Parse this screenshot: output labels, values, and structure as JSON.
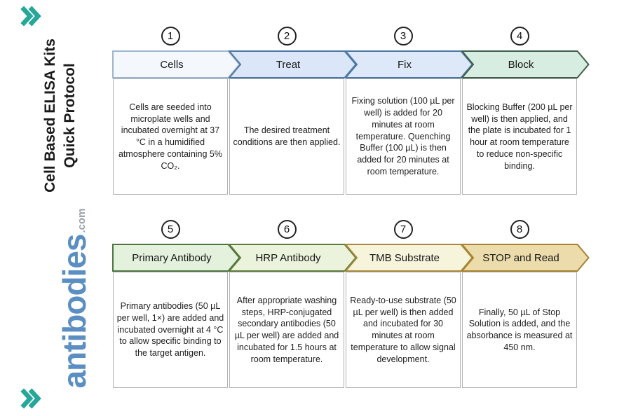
{
  "page": {
    "title_line1": "Cell Based ELISA Kits",
    "title_line2": "Quick Protocol"
  },
  "brand": {
    "logo_text": "antibodies",
    "logo_suffix": ".com",
    "logo_color": "#5b8fc4",
    "suffix_color": "#98a0a4",
    "chevron_icon_color": "#27a69a"
  },
  "steps": [
    {
      "number": "1",
      "label": "Cells",
      "fill": "#f4f8fc",
      "border": "#9fb6cf",
      "body": "Cells are seeded into microplate wells and incubated overnight at 37 °C in a humidified atmosphere containing 5% CO₂."
    },
    {
      "number": "2",
      "label": "Treat",
      "fill": "#dbe7f8",
      "border": "#4d76a6",
      "body": "The desired treatment conditions are then applied."
    },
    {
      "number": "3",
      "label": "Fix",
      "fill": "#dde9f8",
      "border": "#4d76a6",
      "body": "Fixing solution (100 µL per well) is added for 20 minutes at room temperature. Quenching Buffer (100 µL) is then added for 20 minutes at room temperature."
    },
    {
      "number": "4",
      "label": "Block",
      "fill": "#d8ede2",
      "border": "#3e5f4a",
      "body": "Blocking Buffer (200 µL per well) is then applied, and the plate is incubated for 1 hour at room temperature to reduce non-specific binding."
    },
    {
      "number": "5",
      "label": "Primary Antibody",
      "fill": "#e4f1dc",
      "border": "#4c7540",
      "body": "Primary antibodies (50 µL per well, 1×) are added and incubated overnight at 4 °C to allow specific binding to the target antigen."
    },
    {
      "number": "6",
      "label": "HRP Antibody",
      "fill": "#ecf3dc",
      "border": "#5d7b3a",
      "body": "After appropriate washing steps, HRP-conjugated secondary antibodies (50 µL per well) are added and incubated for 1.5 hours at room temperature."
    },
    {
      "number": "7",
      "label": "TMB Substrate",
      "fill": "#f7f4dc",
      "border": "#a8893c",
      "body": "Ready-to-use substrate (50 µL per well) is then added and incubated for 30 minutes at room temperature to allow signal development."
    },
    {
      "number": "8",
      "label": "STOP and Read",
      "fill": "#eddcab",
      "border": "#a8822f",
      "body": "Finally, 50 µL of Stop Solution is added, and the absorbance is measured at 450 nm."
    }
  ]
}
